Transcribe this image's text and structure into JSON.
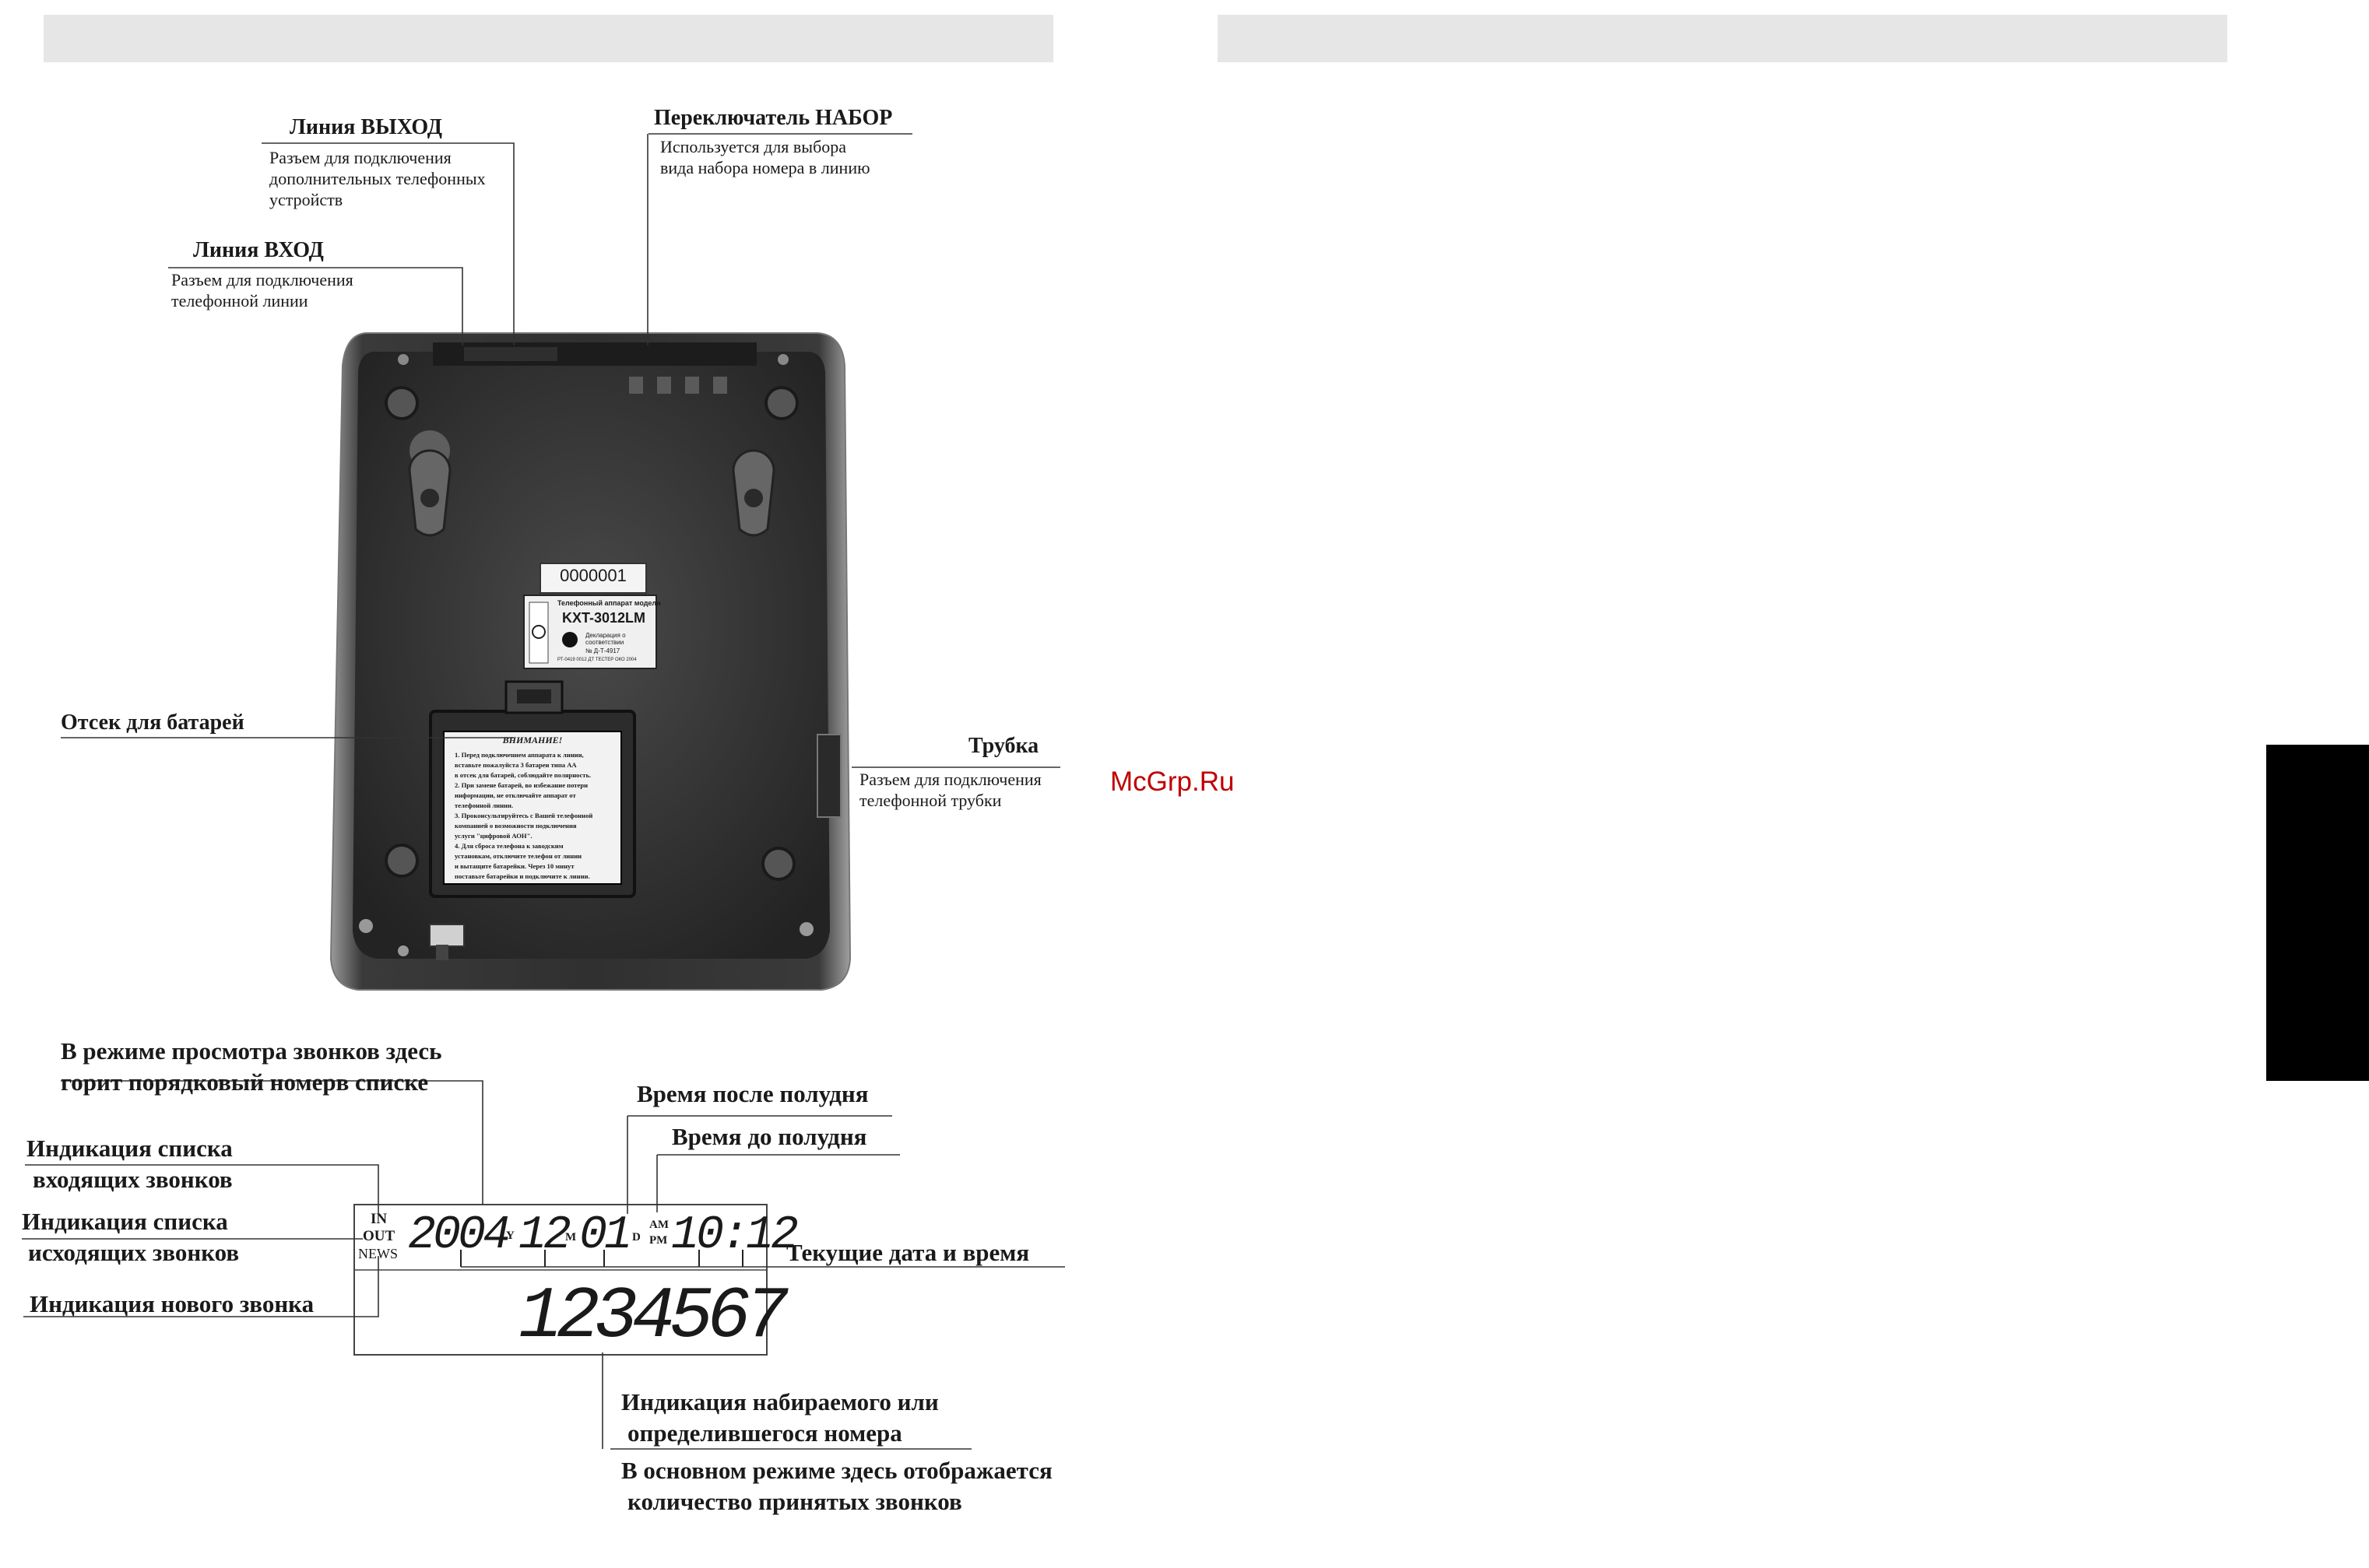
{
  "watermark": "McGrp.Ru",
  "phone": {
    "serial": "0000001",
    "model_label": {
      "title": "Телефонный аппарат модели",
      "model": "KXT-3012LM",
      "note": "Декларация о соответствии",
      "code": "№ Д-Т-4917",
      "footer": "РТ-0419 0012 ДТ ТЕСТЕР ОКО 2004"
    },
    "warning": {
      "title": "ВНИМАНИЕ!",
      "lines": [
        "1. Перед подключением аппарата к линии,",
        "вставьте пожалуйста 3 батареи типа АА",
        "в отсек для батарей, соблюдайте полярность.",
        "2. При замене батарей, во избежание потери",
        "информации, не отключайте аппарат от",
        "телефонной линии.",
        "3. Проконсультируйтесь с Вашей телефонной",
        "компанией о возможности подключения",
        "услуги \"цифровой АОН\".",
        "4. Для сброса телефона к заводским",
        "установкам, отключите телефон от линии",
        "и вытащите батарейки. Через 10 минут",
        "поставьте батарейки и подключите к линии."
      ]
    }
  },
  "callouts": {
    "line_out": {
      "title": "Линия ВЫХОД",
      "desc": [
        "Разъем для подключения",
        "дополнительных телефонных",
        "устройств"
      ]
    },
    "dial_switch": {
      "title": "Переключатель НАБОР",
      "desc": [
        "Используется для выбора",
        "вида набора номера в линию"
      ]
    },
    "line_in": {
      "title": "Линия ВХОД",
      "desc": [
        "Разъем для подключения",
        "телефонной линии"
      ]
    },
    "battery": {
      "title": "Отсек для батарей"
    },
    "handset": {
      "title": "Трубка",
      "desc": [
        "Разъем для подключения",
        "телефонной трубки"
      ]
    }
  },
  "display": {
    "top_note": [
      "В режиме просмотра звонков здесь",
      "горит порядковый номерв списке"
    ],
    "pm_label": "Время после полудня",
    "am_label": "Время до полудня",
    "in_list": [
      "Индикация списка",
      "входящих звонков"
    ],
    "out_list": [
      "Индикация списка",
      "исходящих звонков"
    ],
    "new_call": "Индикация нового звонка",
    "datetime_label": "Текущие дата и время",
    "number_label": [
      "Индикация набираемого или",
      "определившегося номера"
    ],
    "count_label": [
      "В основном режиме здесь отображается",
      "количество  принятых звонков"
    ],
    "lcd": {
      "in": "IN",
      "out": "OUT",
      "news": "NEWS",
      "year": "2004",
      "y": "Y",
      "month": "12",
      "m": "M",
      "day": "01",
      "d": "D",
      "am": "AM",
      "pm": "PM",
      "time": "10:12",
      "number": "1234567"
    }
  }
}
